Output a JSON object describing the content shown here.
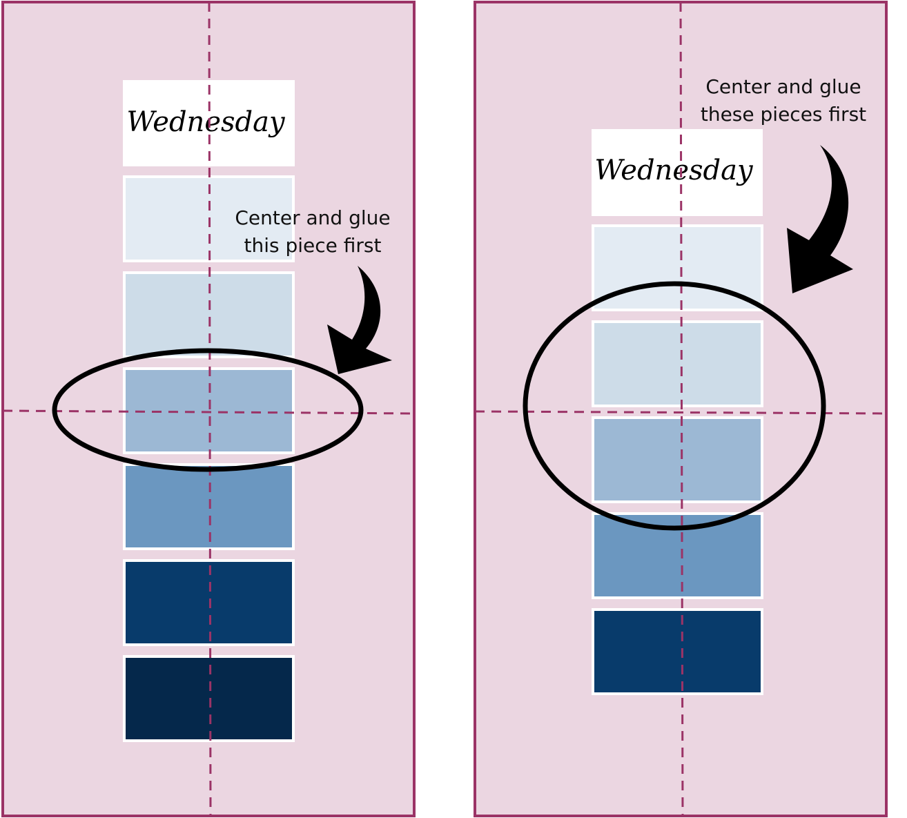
{
  "colors": {
    "panel_bg": "#ebd6e1",
    "panel_border": "#9b3366",
    "guide_line": "#9b3366",
    "piece_border": "#ffffff",
    "pieces": [
      "#e3ebf3",
      "#cddce8",
      "#9cb8d4",
      "#6b97c0",
      "#083b6b",
      "#05284b"
    ]
  },
  "left_panel": {
    "title_piece": "Wednesday",
    "note_line1": "Center and glue",
    "note_line2": "this piece first",
    "piece_count": 6,
    "highlighted_piece_index": 2
  },
  "right_panel": {
    "title_piece": "Wednesday",
    "note_line1": "Center and glue",
    "note_line2": "these pieces first",
    "piece_count": 5,
    "highlighted_piece_indices": [
      1,
      2
    ]
  },
  "icons": {
    "arrow": "curved-arrow-icon",
    "highlight": "ellipse-highlight"
  }
}
